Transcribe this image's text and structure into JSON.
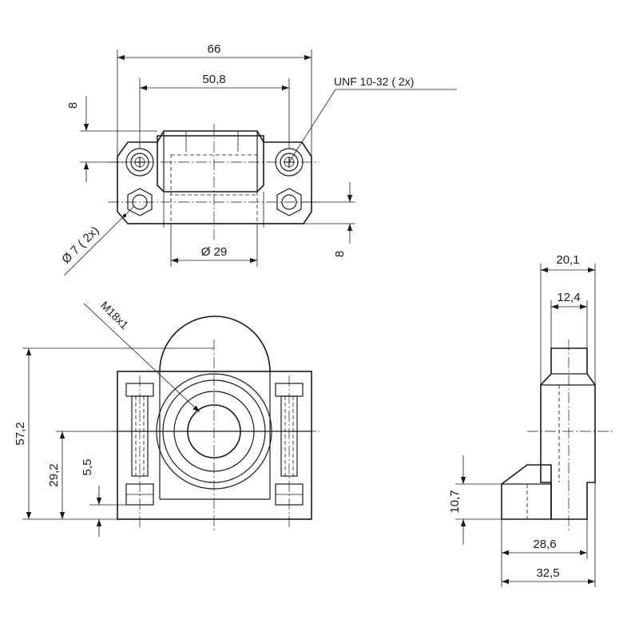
{
  "drawing": {
    "dimensions": {
      "top_width_overall": "66",
      "top_hole_spacing": "50,8",
      "thread_spec": "UNF 10-32  ( 2x)",
      "top_offset_upper": "8",
      "top_offset_lower": "8",
      "bore_diameter": "Ø 29",
      "hole_diameter": "Ø 7 ( 2x)",
      "front_thread": "M18x1",
      "front_height": "57,2",
      "front_center_height": "29,2",
      "front_base_height": "5,5",
      "side_width_outer": "20,1",
      "side_width_inner": "12,4",
      "side_foot_height": "10,7",
      "side_depth_inner": "28,6",
      "side_depth_outer": "32,5"
    }
  }
}
